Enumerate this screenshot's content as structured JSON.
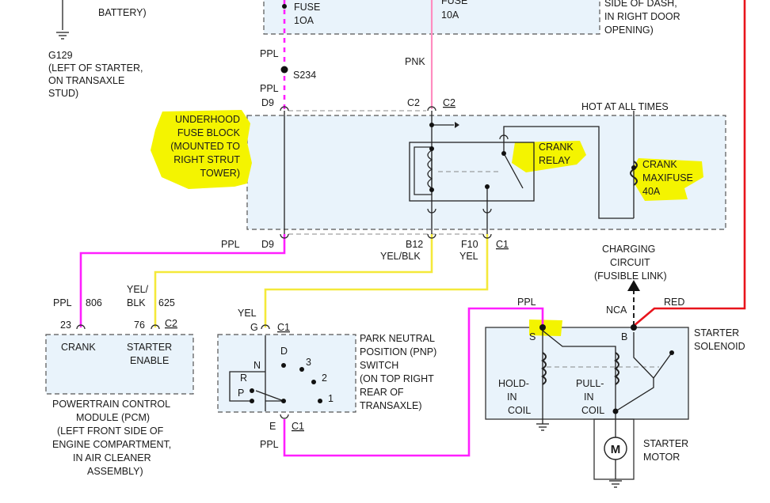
{
  "labels": {
    "battery": "BATTERY)",
    "g129": "G129",
    "g129_loc1": "(LEFT OF STARTER,",
    "g129_loc2": "ON TRANSAXLE",
    "g129_loc3": "STUD)",
    "fuse_a": "FUSE",
    "fuse_a_rating": "1OA",
    "fuse_b": "FUSE",
    "fuse_b_rating": "10A",
    "dash1": "SIDE OF DASH,",
    "dash2": "IN RIGHT DOOR",
    "dash3": "OPENING)",
    "ppl_top": "PPL",
    "s234": "S234",
    "ppl_mid": "PPL",
    "d9_top": "D9",
    "pnk": "PNK",
    "c2_a": "C2",
    "c2_b": "C2",
    "hot": "HOT AT ALL TIMES",
    "ufb1": "UNDERHOOD",
    "ufb2": "FUSE BLOCK",
    "ufb3": "(MOUNTED TO",
    "ufb4": "RIGHT STRUT",
    "ufb5": "TOWER)",
    "crank_relay1": "CRANK",
    "crank_relay2": "RELAY",
    "maxi1": "CRANK",
    "maxi2": "MAXIFUSE",
    "maxi3": "40A",
    "ppl_d9": "PPL",
    "d9_bot": "D9",
    "b12": "B12",
    "yel_blk_b12": "YEL/BLK",
    "f10": "F10",
    "c1_f10": "C1",
    "yel_f10": "YEL",
    "charging1": "CHARGING",
    "charging2": "CIRCUIT",
    "charging3": "(FUSIBLE LINK)",
    "yel_blk1": "YEL/",
    "yel_blk2": "BLK",
    "ppl_806": "PPL",
    "n806": "806",
    "n625": "625",
    "n23": "23",
    "n76": "76",
    "c2_pcm": "C2",
    "crank_pcm": "CRANK",
    "starter_pcm": "STARTER",
    "enable_pcm": "ENABLE",
    "pcm1": "POWERTRAIN CONTROL",
    "pcm2": "MODULE (PCM)",
    "pcm3": "(LEFT FRONT SIDE OF",
    "pcm4": "ENGINE COMPARTMENT,",
    "pcm5": "IN AIR CLEANER",
    "pcm6": "ASSEMBLY)",
    "yel_pnp": "YEL",
    "g_pnp": "G",
    "c1_pnp": "C1",
    "pos_n": "N",
    "pos_d": "D",
    "pos_3": "3",
    "pos_r": "R",
    "pos_2": "2",
    "pos_p": "P",
    "pos_1": "1",
    "e_pnp": "E",
    "c1_e": "C1",
    "ppl_e": "PPL",
    "pnp1": "PARK NEUTRAL",
    "pnp2": "POSITION (PNP)",
    "pnp3": "SWITCH",
    "pnp4": "(ON TOP RIGHT",
    "pnp5": "REAR OF",
    "pnp6": "TRANSAXLE)",
    "ppl_s": "PPL",
    "nca": "NCA",
    "red": "RED",
    "s_term": "S",
    "b_term": "B",
    "solenoid1": "STARTER",
    "solenoid2": "SOLENOID",
    "hold1": "HOLD-",
    "hold2": "IN",
    "hold3": "COIL",
    "pull1": "PULL-",
    "pull2": "IN",
    "pull3": "COIL",
    "motor_symbol": "M",
    "motor1": "STARTER",
    "motor2": "MOTOR"
  },
  "colors": {
    "ppl_wire": "#ff1fff",
    "yel_wire": "#f4e93a",
    "pnk_wire": "#ff8dc0",
    "red_wire": "#e8141c",
    "highlight": "#f4f400",
    "component_fill": "#e9f3fb"
  }
}
